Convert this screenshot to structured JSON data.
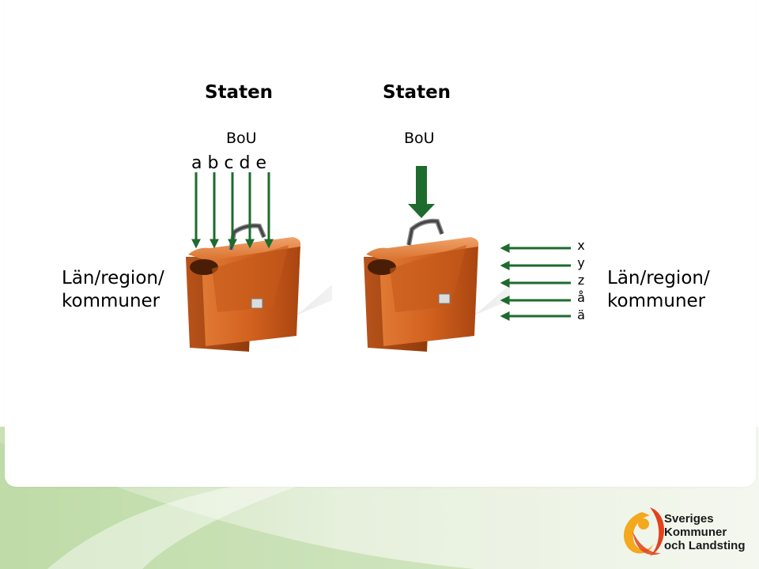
{
  "left": {
    "heading": "Staten",
    "sub": "BoU",
    "letters": "a b c d e",
    "label_line1": "Län/region/",
    "label_line2": "kommuner"
  },
  "right": {
    "heading": "Staten",
    "sub": "BoU",
    "letters": [
      "x",
      "y",
      "z",
      "å",
      "ä"
    ],
    "label_line1": "Län/region/",
    "label_line2": "kommuner"
  },
  "logo": {
    "line1": "Sveriges",
    "line2": "Kommuner",
    "line3": "och Landsting"
  },
  "colors": {
    "arrow": "#1e6b2e",
    "bag": "#c8581a",
    "logo_yellow": "#f4a81d",
    "logo_red": "#e2421c"
  }
}
